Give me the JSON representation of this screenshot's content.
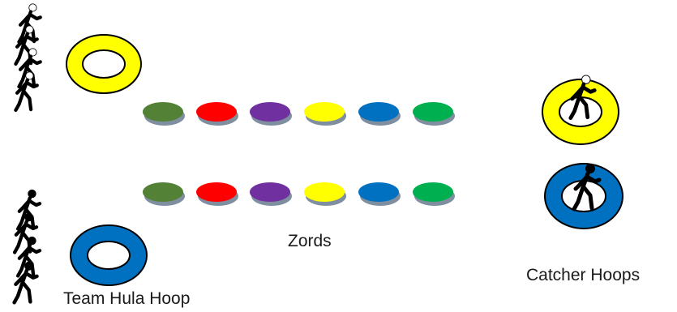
{
  "labels": {
    "zords": "Zords",
    "team_hoop": "Team Hula Hoop",
    "catcher_hoops": "Catcher Hoops"
  },
  "colors": {
    "yellow_hoop": "#ffff00",
    "blue_hoop": "#0070c0",
    "white_team_figure": "#ffffff",
    "black_team_figure": "#000000"
  },
  "zords": {
    "colors": [
      "#538135",
      "#ff0000",
      "#7030a0",
      "#ffff00",
      "#0070c0",
      "#00b050"
    ],
    "rows": 2
  },
  "icons": [
    "walking-person-icon",
    "hula-hoop-icon",
    "zord-disc-icon"
  ]
}
